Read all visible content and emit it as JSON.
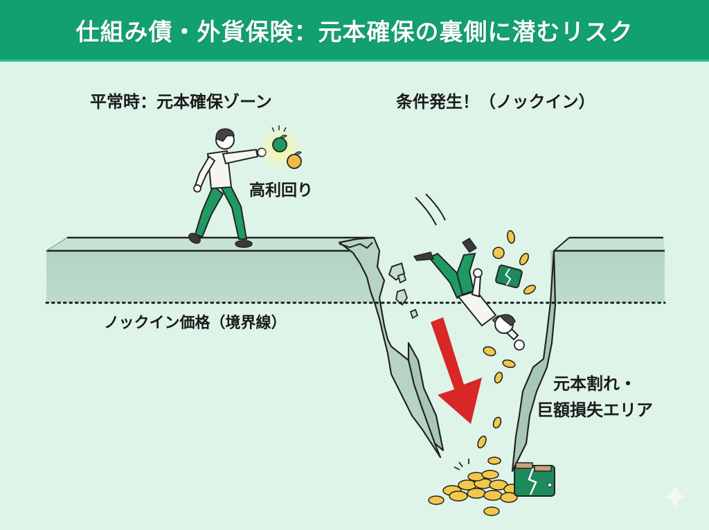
{
  "header": {
    "title": "仕組み債・外貨保険：元本確保の裏側に潜むリスク"
  },
  "labels": {
    "normal_zone": "平常時：元本確保ゾーン",
    "knock_in_event": "条件発生！（ノックイン）",
    "high_yield": "高利回り",
    "knock_in_boundary": "ノックイン価格（境界線）",
    "loss_area_line1": "元本割れ・",
    "loss_area_line2": "巨額損失エリア"
  },
  "colors": {
    "header_bg": "#13a06f",
    "background": "#dff4e8",
    "ground": "#b8d8c8",
    "pants_green": "#1f9a63",
    "arrow_red": "#d92626",
    "coin_gold": "#f2c84b",
    "wallet_green": "#1e8a5c"
  },
  "icons": {
    "arrow": "down-arrow-icon",
    "coin": "coin-icon",
    "wallet": "broken-wallet-icon",
    "apple": "apple-icon",
    "sparkle": "sparkle-icon"
  }
}
